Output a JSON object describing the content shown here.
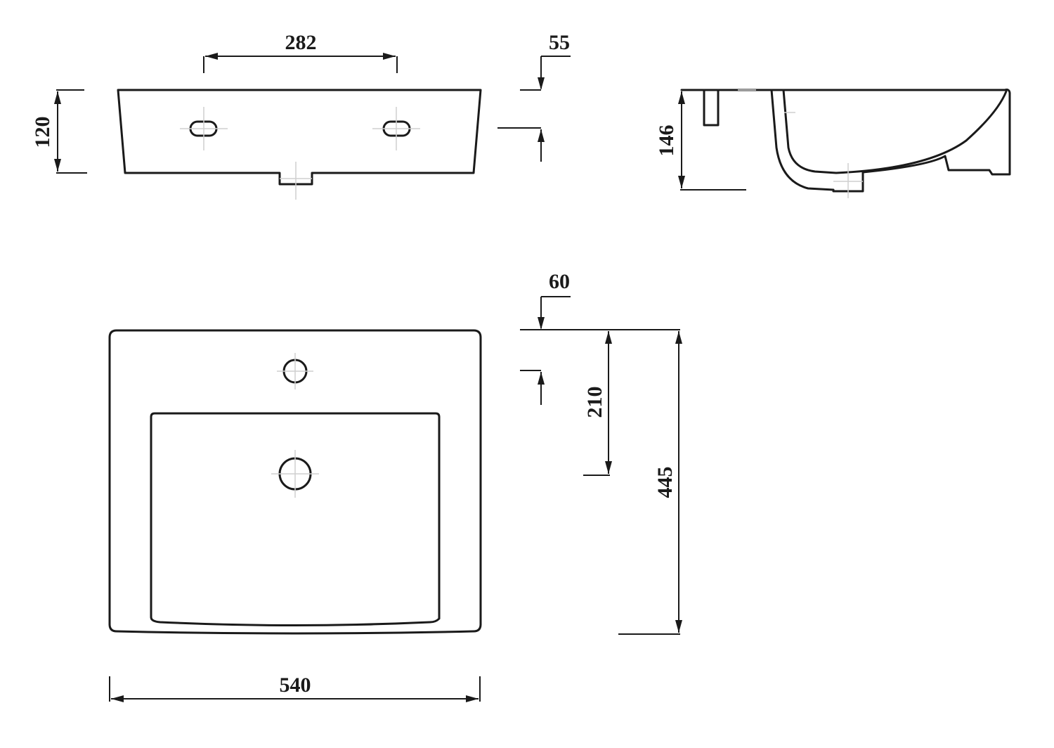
{
  "dimensions": {
    "tap_hole_spacing": "282",
    "front_height": "120",
    "tap_deck_offset_front": "55",
    "side_height": "146",
    "tap_deck_offset_top": "60",
    "bowl_depth": "210",
    "total_depth": "445",
    "total_width": "540"
  }
}
